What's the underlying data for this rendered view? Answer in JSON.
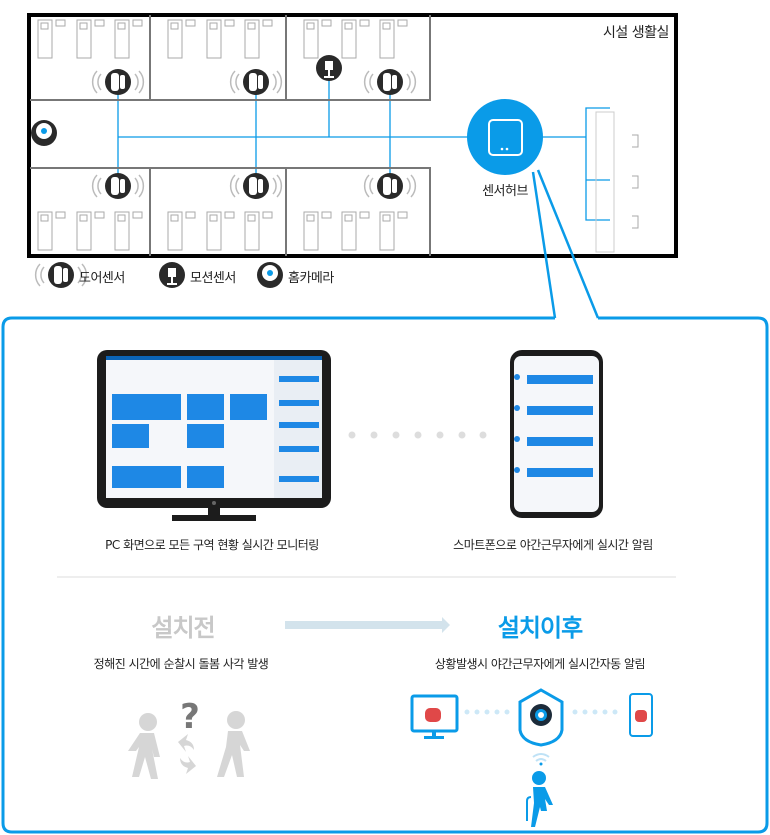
{
  "floorplan": {
    "title": "시설 생활실",
    "hub_label": "센서허브"
  },
  "legend": [
    {
      "icon": "door-sensor-icon",
      "label": "도어센서"
    },
    {
      "icon": "motion-sensor-icon",
      "label": "모션센서"
    },
    {
      "icon": "home-camera-icon",
      "label": "홈카메라"
    }
  ],
  "devices": {
    "pc_caption": "PC 화면으로 모든 구역 현황 실시간 모니터링",
    "phone_caption": "스마트폰으로 야간근무자에게 실시간 알림"
  },
  "comparison": {
    "before_title": "설치전",
    "before_desc": "정해진 시간에 순찰시 돌봄 사각 발생",
    "after_title": "설치이후",
    "after_desc": "상황발생시 야간근무자에게 실시간자동 알림"
  },
  "colors": {
    "accent": "#0a9be8",
    "grey": "#c8c8c8",
    "dark": "#2a2a2a"
  }
}
